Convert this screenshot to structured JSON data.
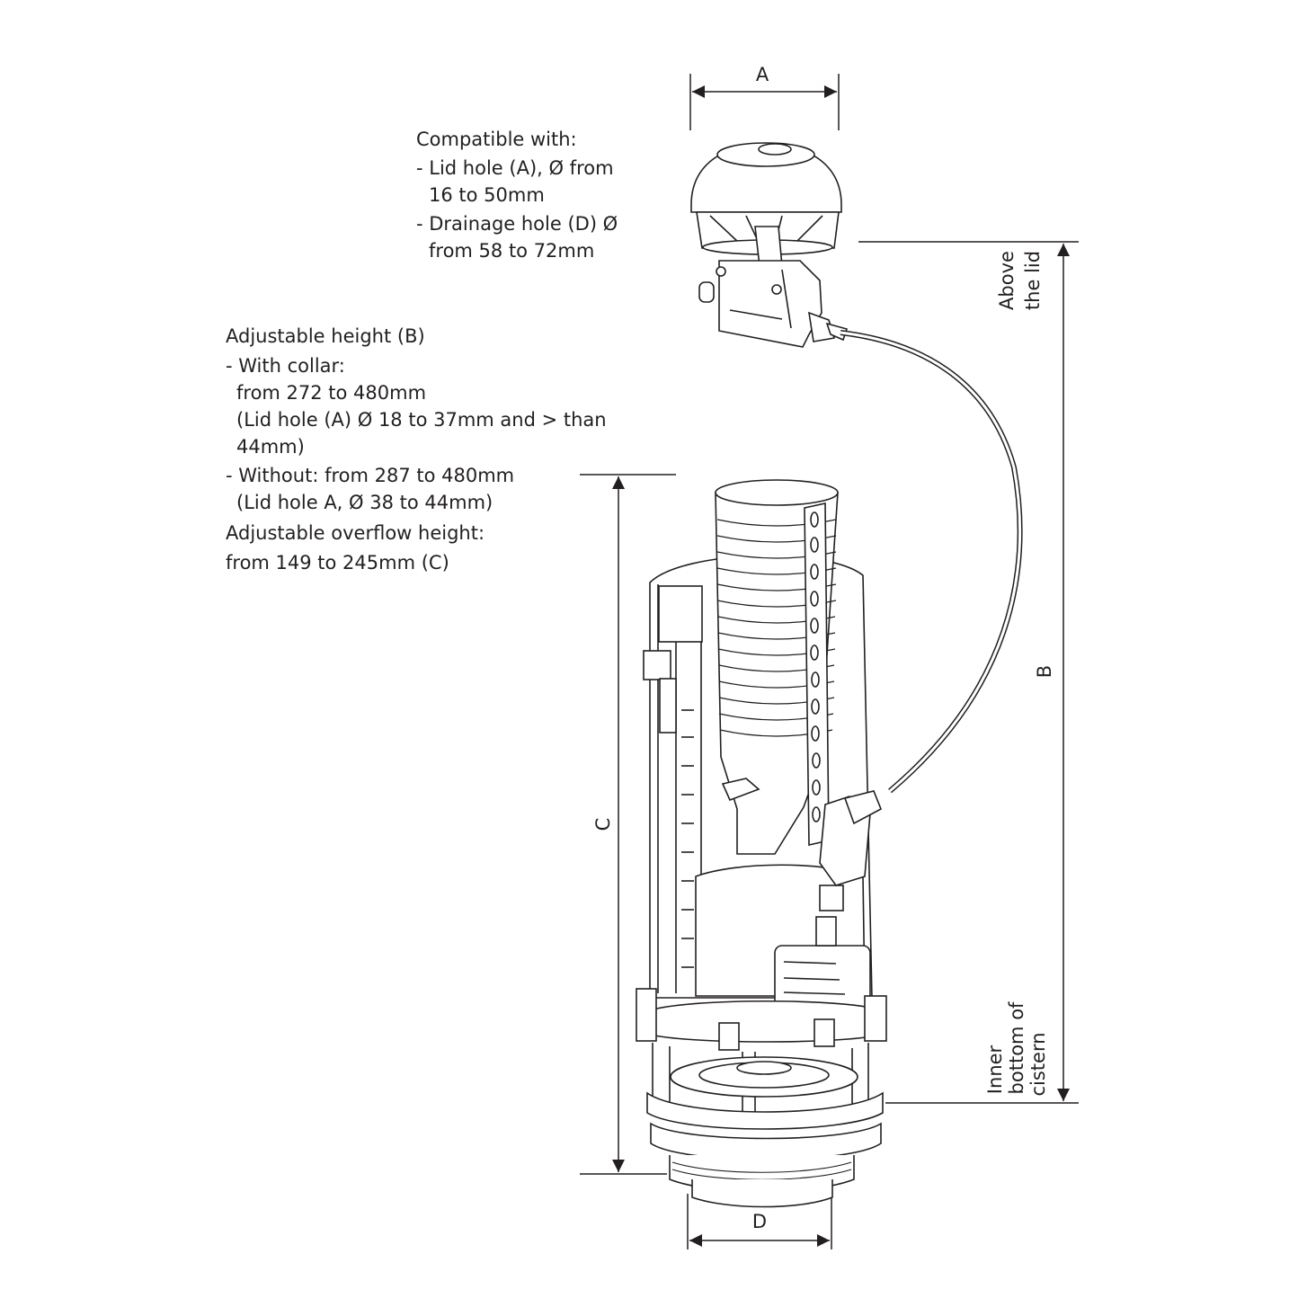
{
  "compat": {
    "heading": "Compatible with:",
    "line1": "- Lid hole (A), Ø from",
    "line2": "16 to 50mm",
    "line3": "- Drainage hole (D) Ø",
    "line4": "from 58 to 72mm"
  },
  "adjust": {
    "heading": "Adjustable height (B)",
    "line1": "- With collar:",
    "line2": "from 272 to 480mm",
    "line3": "(Lid hole (A) Ø 18 to 37mm and > than",
    "line4": "44mm)",
    "line5": "- Without: from 287 to 480mm",
    "line6": "(Lid hole A, Ø 38 to 44mm)",
    "line7": "Adjustable overflow height:",
    "line8": "from 149 to 245mm (C)"
  },
  "dims": {
    "a": "A",
    "b": "B",
    "c": "C",
    "d": "D",
    "above_1": "Above",
    "above_2": "the lid",
    "inner_1": "Inner",
    "inner_2": "bottom of",
    "inner_3": "cistern"
  },
  "colors": {
    "line": "#231f20",
    "fill": "#ffffff",
    "shade": "#e6e6e6"
  }
}
